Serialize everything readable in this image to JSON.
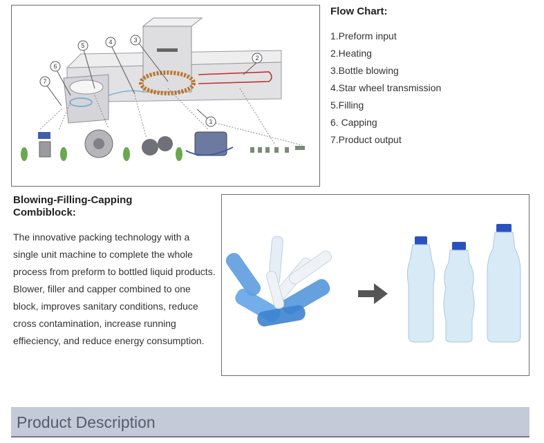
{
  "flow_chart": {
    "title": "Flow Chart:",
    "steps": [
      "1.Preform input",
      "2.Heating",
      "3.Bottle blowing",
      "4.Star wheel transmission",
      "5.Filling",
      "6. Capping",
      "7.Product output"
    ]
  },
  "diagram": {
    "callouts": [
      "1",
      "2",
      "3",
      "4",
      "5",
      "6",
      "7"
    ],
    "colors": {
      "machine": "#d9d9dc",
      "accent_blue": "#3f5ea8",
      "bottle_green": "#6aa84f",
      "heater_red": "#c03030"
    }
  },
  "combiblock": {
    "title": "Blowing-Filling-Capping Combiblock:",
    "paragraphs": [
      "The innovative packing technology with a single unit machine to complete the whole process from preform to bottled liquid products.",
      "Blower, filler and capper combined to one block, improves sanitary conditions, reduce cross contamination, increase running effieciency, and reduce energy consumption."
    ]
  },
  "photo": {
    "arrow_icon": "arrow-right-icon",
    "colors": {
      "preform": "#4a90d9",
      "cap": "#2a52be",
      "bottle": "#d7eaf6"
    }
  },
  "product_description": {
    "title": "Product Description"
  }
}
